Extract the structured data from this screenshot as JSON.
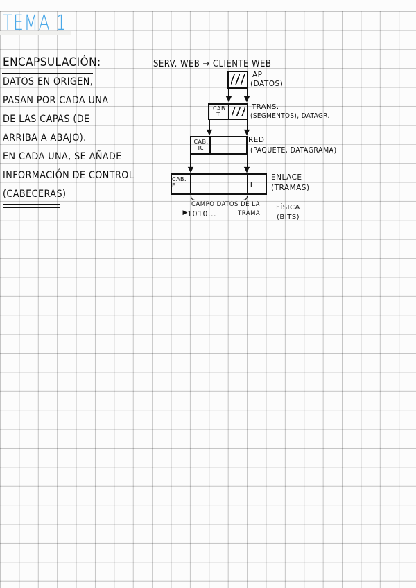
{
  "page": {
    "title": "TEMA 1",
    "accent_color": "#4aa8e8",
    "ink_color": "#111111"
  },
  "notes": {
    "heading": "ENCAPSULACIÓN:",
    "lines": [
      "DATOS EN ORIGEN,",
      "PASAN POR CADA UNA",
      "DE LAS CAPAS (DE",
      "ARRIBA A ABAJO).",
      "EN CADA UNA, SE AÑADE",
      "INFORMACIÓN DE CONTROL",
      "(CABECERAS)"
    ]
  },
  "diagram": {
    "header": "SERV. WEB → CLIENTE WEB",
    "layers": [
      {
        "name": "AP",
        "desc": "(DATOS)"
      },
      {
        "name": "TRANS.",
        "desc": "(SEGMENTOS), DATAGR.",
        "header_label": "CAB T."
      },
      {
        "name": "RED",
        "desc": "(PAQUETE, DATAGRAMA)",
        "header_label": "CAB. R."
      },
      {
        "name": "ENLACE",
        "desc": "(TRAMAS)",
        "header_label": "CAB. E",
        "trailer_label": "T"
      },
      {
        "name": "FÍSICA",
        "desc": "(BITS)"
      }
    ],
    "brace_label_1": "CAMPO DATOS DE LA",
    "brace_label_2": "TRAMA",
    "bits": "1010..."
  }
}
